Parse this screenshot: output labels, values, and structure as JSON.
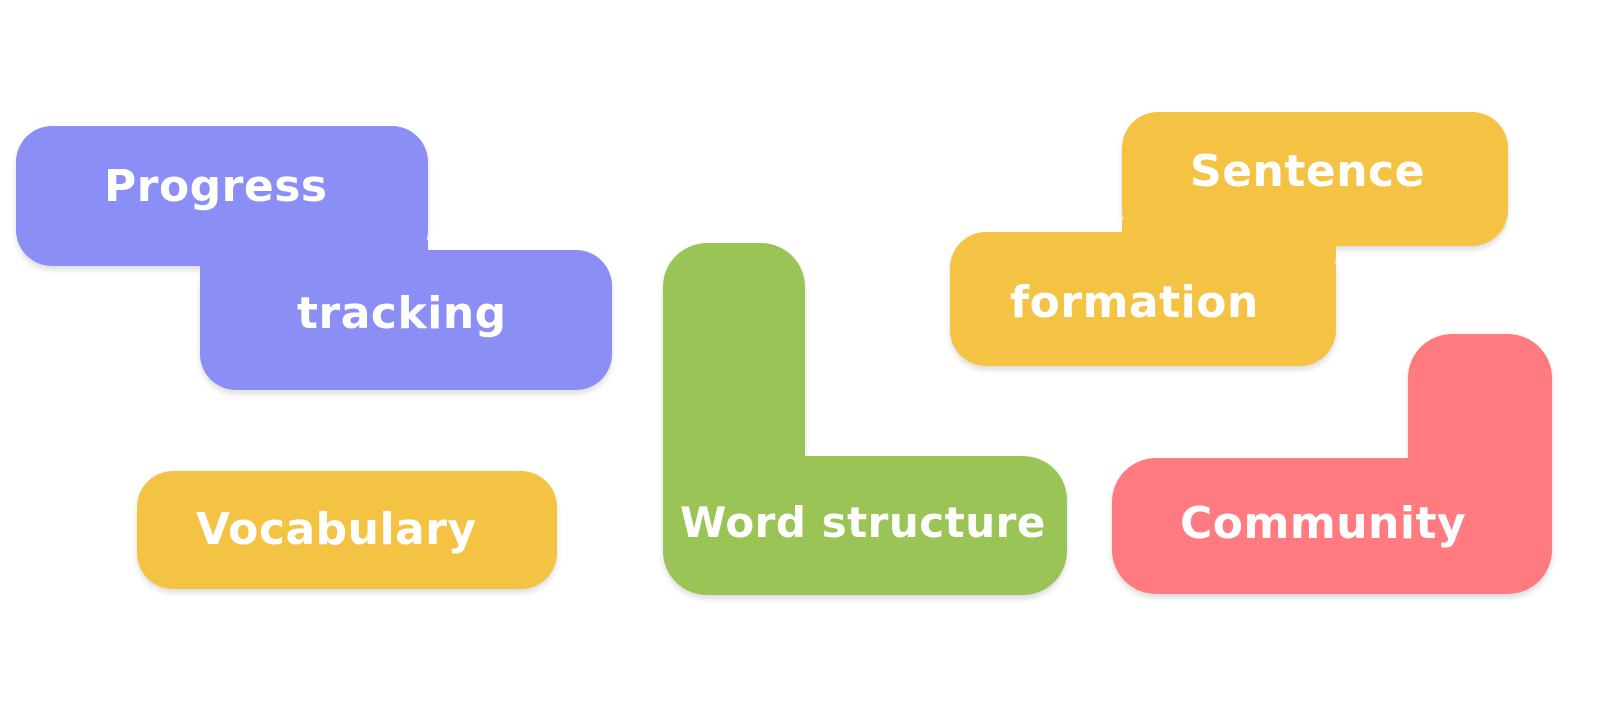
{
  "tiles": {
    "progress_tracking": {
      "line1": "Progress",
      "line2": "tracking",
      "color": "#8a8ef5"
    },
    "vocabulary": {
      "label": "Vocabulary",
      "color": "#f5c344"
    },
    "word_structure": {
      "label": "Word structure",
      "color": "#9ac455"
    },
    "sentence_formation": {
      "line1": "Sentence",
      "line2": "formation",
      "color": "#f5c344"
    },
    "community": {
      "label": "Community",
      "color": "#ff7b80"
    }
  }
}
